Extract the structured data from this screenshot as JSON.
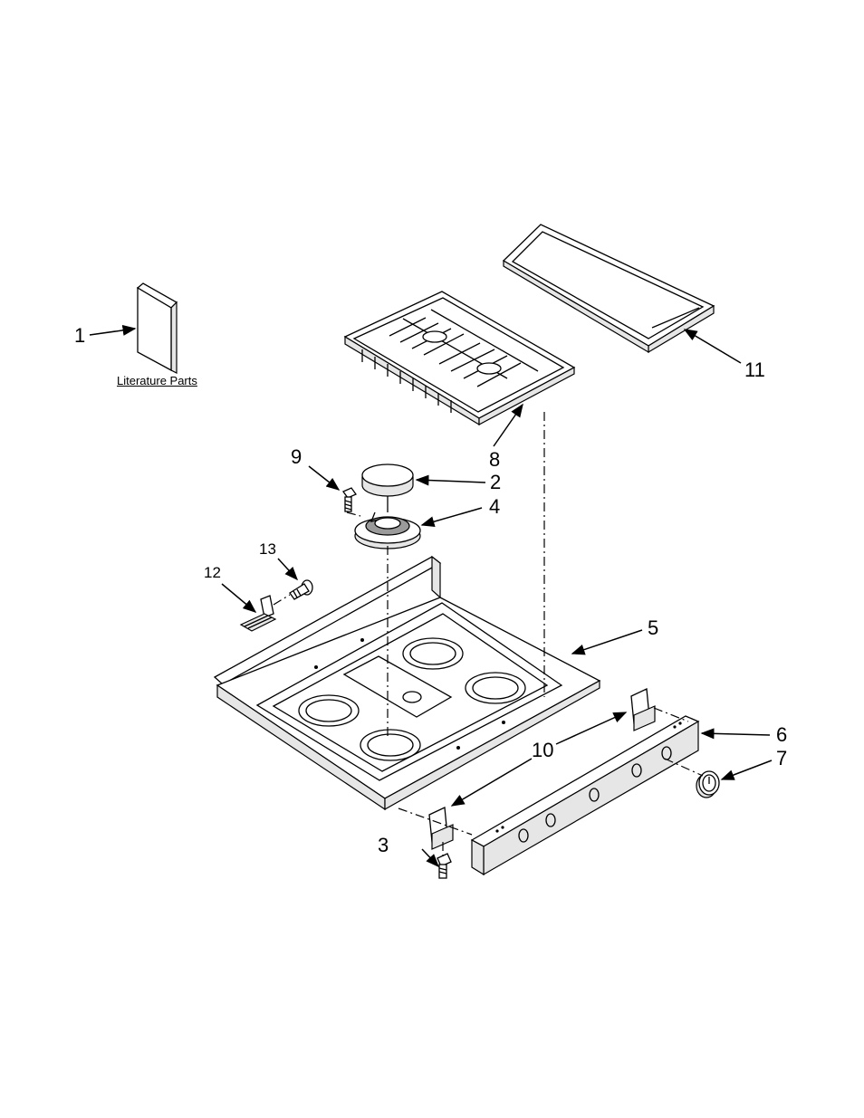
{
  "literature_label": "Literature Parts",
  "callouts": {
    "c1": "1",
    "c2": "2",
    "c3": "3",
    "c4": "4",
    "c5": "5",
    "c6": "6",
    "c7": "7",
    "c8": "8",
    "c9": "9",
    "c10": "10",
    "c11": "11",
    "c12": "12",
    "c13": "13"
  },
  "colors": {
    "line": "#000000",
    "fill": "#ffffff",
    "shade": "#e6e6e6"
  }
}
